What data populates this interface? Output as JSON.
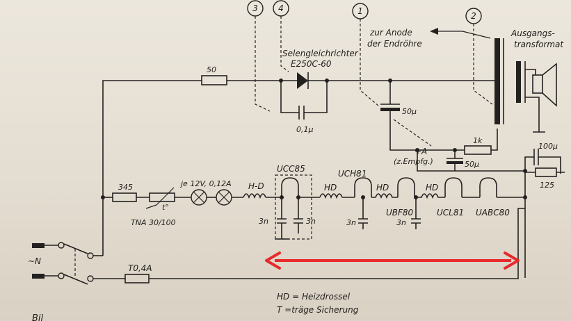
{
  "callouts": {
    "c1": "1",
    "c2": "2",
    "c3": "3",
    "c4": "4"
  },
  "labels": {
    "anode_line1": "zur Anode",
    "anode_line2": "der Endröhre",
    "transformer_line1": "Ausgangs-",
    "transformer_line2": "transformat",
    "rectifier_name": "Selengleichrichter",
    "rectifier_type": "E250C-60",
    "r_series": "50",
    "cap_01": "0,1µ",
    "cap_50_top": "50µ",
    "resistor_1k": "1k",
    "plus_a": "+A",
    "plus_a_sub": "(z.Empfg.)",
    "cap_50_bottom": "50µ",
    "cap_100": "100µ",
    "r_125": "125",
    "r_345": "345",
    "lamps": "je 12V, 0,12A",
    "ntc": "TNA 30/100",
    "ntc_t": "t°",
    "choke_hd1": "H-D",
    "ucc85": "UCC85",
    "uch81": "UCH81",
    "hd2": "HD",
    "hd3": "HD",
    "hd4": "HD",
    "ubf80": "UBF80",
    "ucl81": "UCL81",
    "uabc80": "UABC80",
    "c3n_1": "3n",
    "c3n_2": "3n",
    "c3n_3": "3n",
    "c3n_4": "3n",
    "mains": "~N",
    "fuse": "T0,4A",
    "legend_hd": "HD = Heizdrossel",
    "legend_t": "T   =träge Sicherung",
    "footer": "Bil"
  },
  "colors": {
    "ink": "#232120",
    "paper": "#e7e1d6",
    "arrow": "#e8292c"
  }
}
